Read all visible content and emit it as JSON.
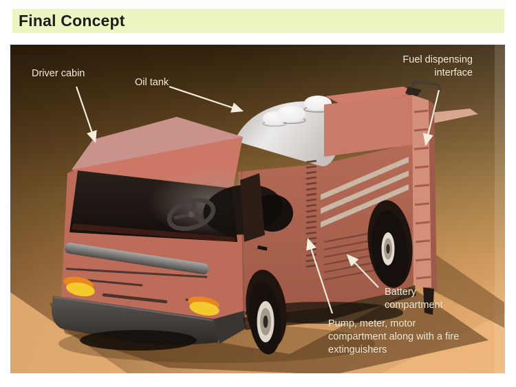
{
  "slide": {
    "title": "Final Concept",
    "banner_color": "#edf6c3",
    "title_color": "#1c1c1c",
    "page_background": "#ffffff"
  },
  "figure": {
    "label_text_color": "#f3ecd9",
    "labels": {
      "driver_cabin": "Driver cabin",
      "oil_tank": "Oil tank",
      "fuel_dispensing_interface": "Fuel dispensing interface",
      "battery_compartment": "Battery compartment",
      "pump_compartment": "Pump, meter, motor compartment along with a fire extinguishers"
    },
    "colors": {
      "truck_body": "#bd6c5a",
      "truck_side": "#b56a55",
      "tank": "#eceae9",
      "desert_top": "#38260f",
      "desert_bottom": "#e9af72",
      "headlight_yellow": "#f4ca2e",
      "headlight_orange": "#e8871d",
      "arrow": "#f4eddc"
    }
  }
}
